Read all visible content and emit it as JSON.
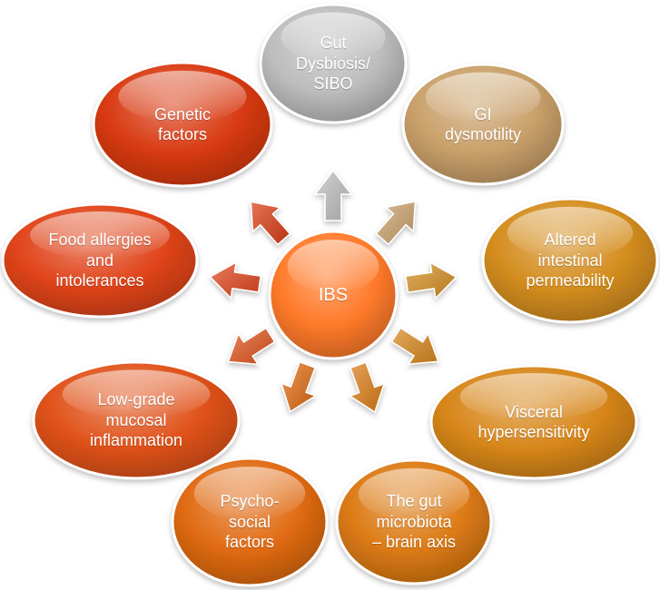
{
  "center": {
    "label": "IBS",
    "color": "#ff7a2a"
  },
  "factors": [
    {
      "id": "gut-dysbiosis",
      "label": "Gut\nDysbiosis/\nSIBO",
      "color": "#bdbdbd"
    },
    {
      "id": "gi-dysmotility",
      "label": "GI\ndysmotility",
      "color": "#c9a06a"
    },
    {
      "id": "altered-permeability",
      "label": "Altered\nintestinal\npermeability",
      "color": "#d48d1f"
    },
    {
      "id": "visceral-hypersensitivity",
      "label": "Visceral\nhypersensitivity",
      "color": "#d7861a"
    },
    {
      "id": "gut-brain-axis",
      "label": "The gut\nmicrobiota\n– brain axis",
      "color": "#dc7a14"
    },
    {
      "id": "psychosocial",
      "label": "Psycho-\nsocial\nfactors",
      "color": "#e06a12"
    },
    {
      "id": "mucosal-inflammation",
      "label": "Low-grade\nmucosal\ninflammation",
      "color": "#e0521a"
    },
    {
      "id": "food-allergies",
      "label": "Food allergies\nand\nintolerances",
      "color": "#e0441a"
    },
    {
      "id": "genetic-factors",
      "label": "Genetic\nfactors",
      "color": "#d83a12"
    }
  ]
}
